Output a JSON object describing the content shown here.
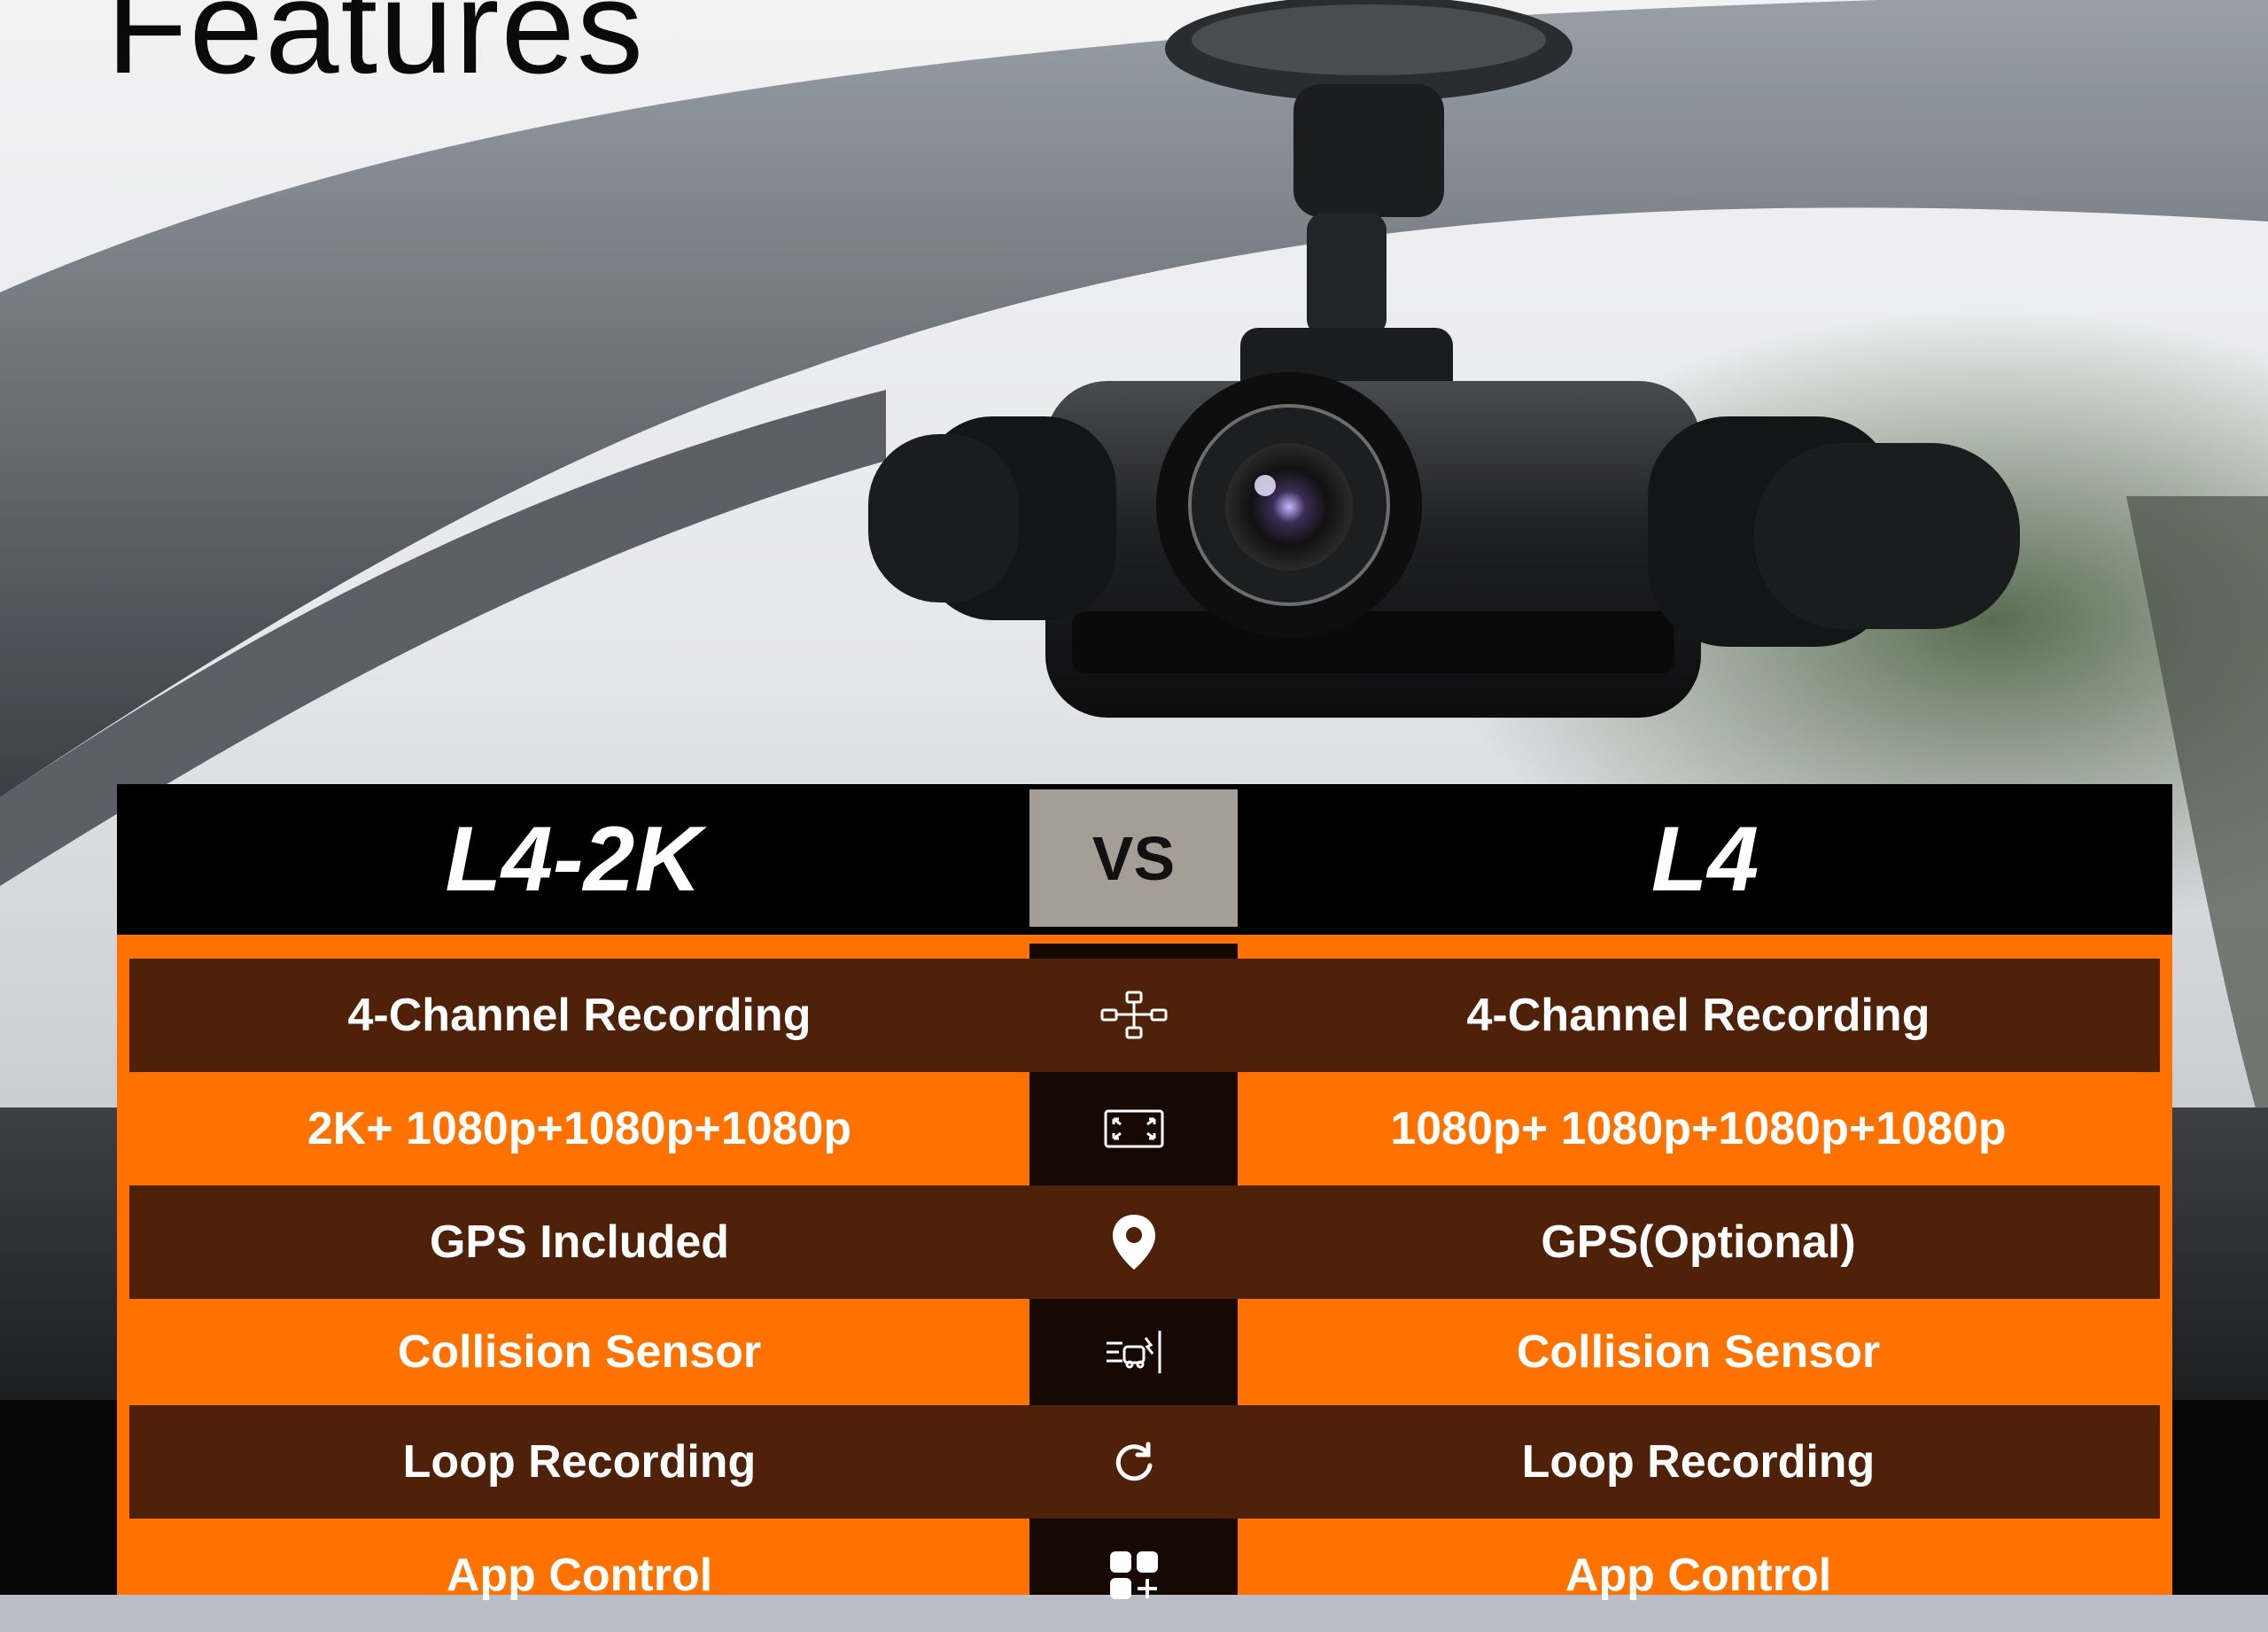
{
  "page": {
    "title": "Features"
  },
  "comparison": {
    "left_model": "L4-2K",
    "vs_label": "VS",
    "right_model": "L4",
    "rows": [
      {
        "icon": "camera-channels-icon",
        "left": "4-Channel Recording",
        "right": "4-Channel Recording"
      },
      {
        "icon": "resolution-frame-icon",
        "left": "2K+ 1080p+1080p+1080p",
        "right": "1080p+ 1080p+1080p+1080p"
      },
      {
        "icon": "map-pin-icon",
        "left": "GPS Included",
        "right": "GPS(Optional)"
      },
      {
        "icon": "collision-icon",
        "left": "Collision Sensor",
        "right": "Collision Sensor"
      },
      {
        "icon": "loop-arrow-icon",
        "left": "Loop Recording",
        "right": "Loop Recording"
      },
      {
        "icon": "app-grid-icon",
        "left": "App Control",
        "right": "App Control"
      }
    ]
  },
  "colors": {
    "orange": "#ff7200",
    "brown": "#4f2108",
    "center_column": "#160904",
    "vs_badge": "#a49e96",
    "header": "#000000"
  }
}
